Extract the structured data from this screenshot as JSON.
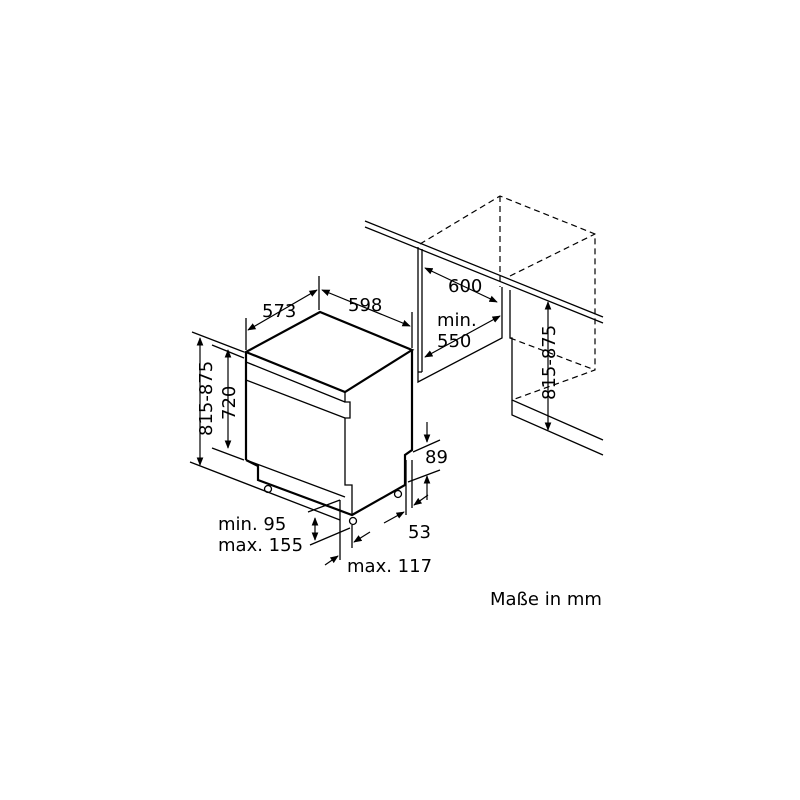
{
  "dimensions": {
    "depth": "573",
    "width": "598",
    "niche_width": "600",
    "niche_depth_label": "min.",
    "niche_depth_value": "550",
    "height_total": "815-875",
    "height_body": "720",
    "plinth_recess": "89",
    "plinth_height": "53",
    "foot_min": "min. 95",
    "foot_max": "max. 155",
    "door_overhang": "max. 117",
    "niche_height": "815-875"
  },
  "unit_note": "Maße in mm"
}
